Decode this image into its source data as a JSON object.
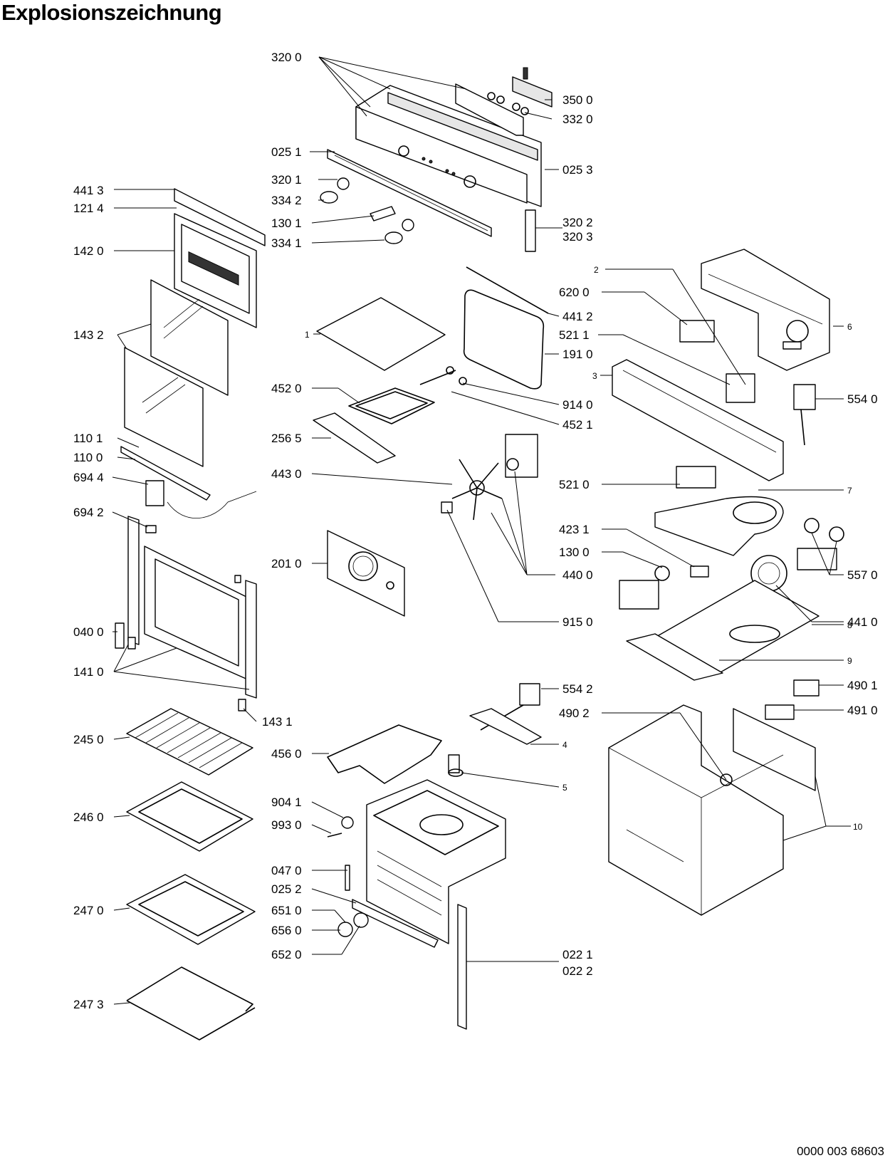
{
  "title": "Explosionszeichnung",
  "document_number": "0000 003 68603",
  "labels": {
    "l_320_0": "320 0",
    "l_350_0": "350 0",
    "l_332_0": "332 0",
    "l_025_1": "025 1",
    "l_025_3": "025 3",
    "l_320_1": "320 1",
    "l_334_2": "334 2",
    "l_130_1": "130 1",
    "l_334_1": "334 1",
    "l_320_2": "320 2",
    "l_320_3": "320 3",
    "l_441_3": "441 3",
    "l_121_4": "121 4",
    "l_142_0": "142 0",
    "l_143_2": "143 2",
    "l_110_1": "110 1",
    "l_110_0": "110 0",
    "l_694_4": "694 4",
    "l_694_2": "694 2",
    "l_040_0": "040 0",
    "l_141_0": "141 0",
    "l_143_1": "143 1",
    "l_245_0": "245 0",
    "l_246_0": "246 0",
    "l_247_0": "247 0",
    "l_247_3": "247 3",
    "l_1": "1",
    "l_452_0": "452 0",
    "l_256_5": "256 5",
    "l_443_0": "443 0",
    "l_201_0": "201 0",
    "l_441_2": "441 2",
    "l_191_0": "191 0",
    "l_914_0": "914 0",
    "l_452_1": "452 1",
    "l_440_0": "440 0",
    "l_915_0": "915 0",
    "l_2": "2",
    "l_620_0": "620 0",
    "l_521_1": "521 1",
    "l_3": "3",
    "l_6": "6",
    "l_554_0": "554 0",
    "l_521_0": "521 0",
    "l_7": "7",
    "l_423_1": "423 1",
    "l_130_0": "130 0",
    "l_557_0": "557 0",
    "l_441_0": "441 0",
    "l_8": "8",
    "l_9": "9",
    "l_554_2": "554 2",
    "l_490_2": "490 2",
    "l_490_1": "490 1",
    "l_491_0": "491 0",
    "l_456_0": "456 0",
    "l_4": "4",
    "l_5": "5",
    "l_904_1": "904 1",
    "l_993_0": "993 0",
    "l_047_0": "047 0",
    "l_025_2": "025 2",
    "l_651_0": "651 0",
    "l_656_0": "656 0",
    "l_652_0": "652 0",
    "l_022_1": "022 1",
    "l_022_2": "022 2",
    "l_10": "10"
  }
}
